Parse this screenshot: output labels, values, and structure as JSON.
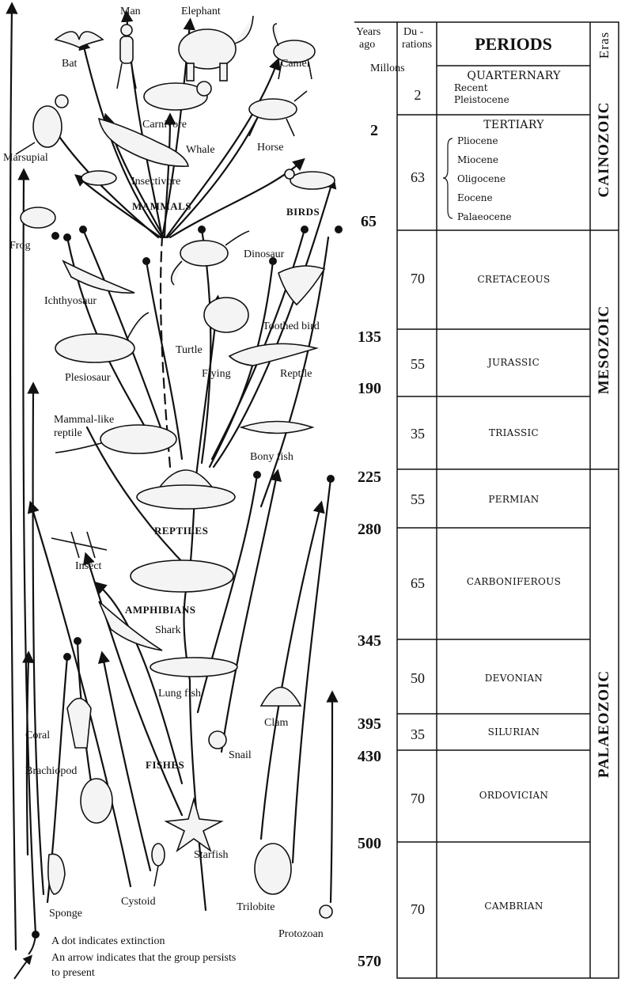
{
  "tree": {
    "organisms": {
      "man": "Man",
      "elephant": "Elephant",
      "bat": "Bat",
      "camel": "Camel",
      "carnivore": "Carnivore",
      "marsupial": "Marsupial",
      "whale": "Whale",
      "horse": "Horse",
      "insectivore": "Insectivore",
      "frog": "Frog",
      "dinosaur": "Dinosaur",
      "ichthyosaur": "Ichthyosaur",
      "toothed_bird": "Toothed bird",
      "turtle": "Turtle",
      "plesiosaur": "Plesiosaur",
      "flying": "Flying",
      "reptile": "Reptile",
      "mammal_like_1": "Mammal-like",
      "mammal_like_2": "reptile",
      "bony_fish": "Bony fish",
      "insect": "Insect",
      "shark": "Shark",
      "lung_fish": "Lung fish",
      "clam": "Clam",
      "coral": "Coral",
      "snail": "Snail",
      "brachiopod": "Brachiopod",
      "starfish": "Starfish",
      "sponge": "Sponge",
      "cystoid": "Cystoid",
      "trilobite": "Trilobite",
      "protozoan": "Protozoan"
    },
    "groups": {
      "mammals": "MAMMALS",
      "birds": "BIRDS",
      "reptiles": "REPTILES",
      "amphibians": "AMPHIBIANS",
      "fishes": "FISHES"
    }
  },
  "legend": {
    "dot": "A dot indicates extinction",
    "arrow_1": "An arrow indicates that the group persists",
    "arrow_2": "to present"
  },
  "table": {
    "header": {
      "years_1": "Years",
      "years_2": "ago",
      "dur_1": "Du -",
      "dur_2": "rations",
      "periods": "PERIODS",
      "eras": "Eras",
      "millons": "Millons"
    },
    "years": [
      "2",
      "65",
      "135",
      "190",
      "225",
      "280",
      "345",
      "395",
      "430",
      "500",
      "570"
    ],
    "rows": [
      {
        "duration": "2",
        "period": "QUARTERNARY",
        "sub": [
          "Recent",
          "Pleistocene"
        ]
      },
      {
        "duration": "63",
        "period": "TERTIARY",
        "sub": [
          "Pliocene",
          "Miocene",
          "Oligocene",
          "Eocene",
          "Palaeocene"
        ]
      },
      {
        "duration": "70",
        "period": "CRETACEOUS"
      },
      {
        "duration": "55",
        "period": "JURASSIC"
      },
      {
        "duration": "35",
        "period": "TRIASSIC"
      },
      {
        "duration": "55",
        "period": "PERMIAN"
      },
      {
        "duration": "65",
        "period": "CARBONIFEROUS"
      },
      {
        "duration": "50",
        "period": "DEVONIAN"
      },
      {
        "duration": "35",
        "period": "SILURIAN"
      },
      {
        "duration": "70",
        "period": "ORDOVICIAN"
      },
      {
        "duration": "70",
        "period": "CAMBRIAN"
      }
    ],
    "eras": [
      "CAINOZOIC",
      "MESOZOIC",
      "PALAEOZOIC"
    ]
  }
}
